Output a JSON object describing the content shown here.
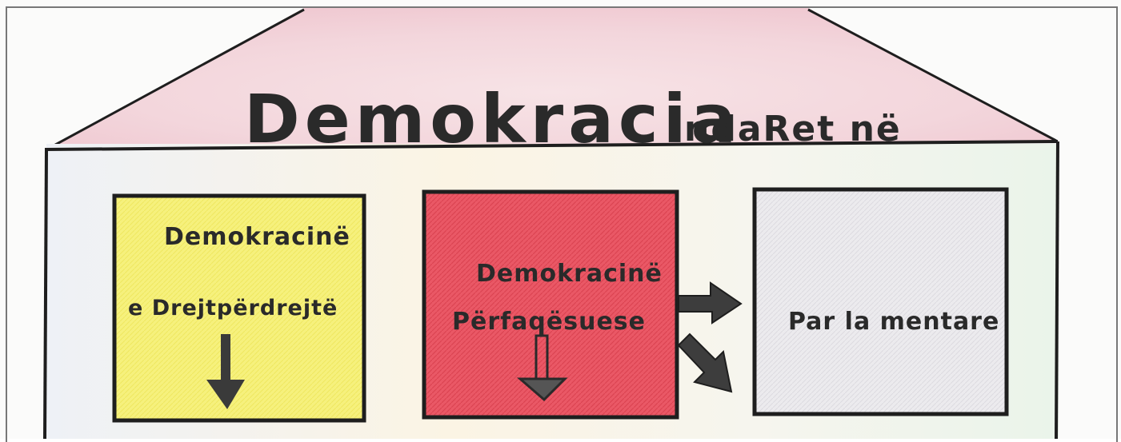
{
  "diagram": {
    "title_main": "Demokracia",
    "title_rest": "ndaRet në",
    "boxes": {
      "direct": {
        "line1": "Demokracinë",
        "line2": "e Drejtpërdrejtë",
        "fill_color": "#f4ef7a"
      },
      "representative": {
        "line1": "Demokracinë",
        "line2": "Përfaqësuese",
        "fill_color": "#e8525e"
      },
      "parliamentary": {
        "line1": "Par la mentare",
        "fill_color": "#e9e8ea"
      }
    },
    "colors": {
      "ink": "#1e1e1e",
      "roof_tint": "#f1c9d2"
    }
  }
}
